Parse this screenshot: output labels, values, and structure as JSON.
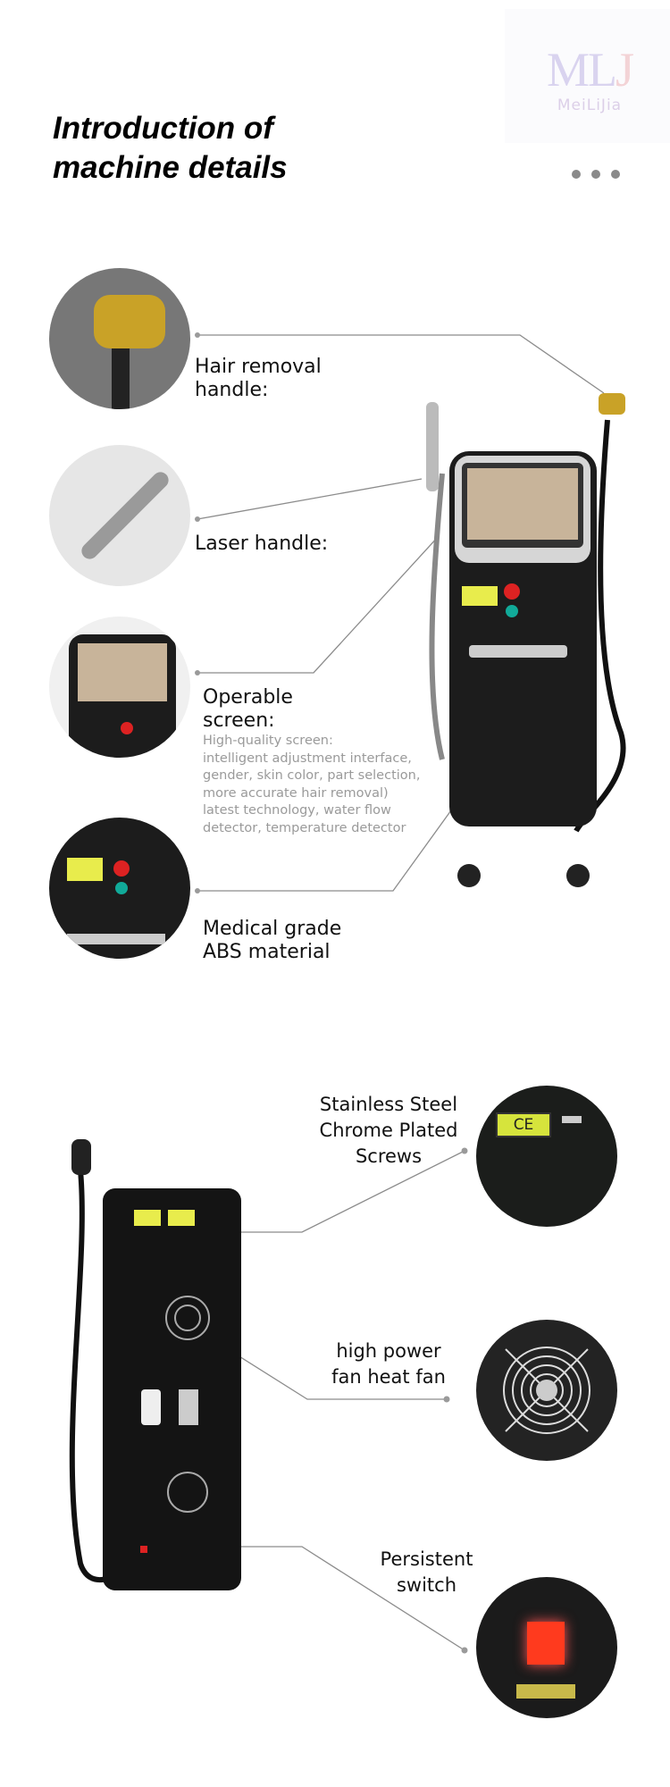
{
  "header": {
    "title_line1": "Introduction of",
    "title_line2": "machine details"
  },
  "logo": {
    "mark_m": "ML",
    "mark_j": "J",
    "name": "MeiLiJia"
  },
  "callouts": [
    {
      "label_line1": "Hair removal",
      "label_line2": "handle:"
    },
    {
      "label_line1": "Laser handle:"
    },
    {
      "label_line1": "Operable",
      "label_line2": "screen:",
      "description": "High-quality screen:\nintelligent adjustment interface,\ngender, skin color, part selection,\nmore accurate hair removal)\nlatest technology, water flow\ndetector, temperature detector"
    },
    {
      "label_line1": "Medical grade",
      "label_line2": "ABS material"
    }
  ],
  "back_callouts": [
    {
      "label_line1": "Stainless Steel",
      "label_line2": "Chrome Plated",
      "label_line3": "Screws",
      "badge": "CE"
    },
    {
      "label_line1": "high power",
      "label_line2": "fan heat fan"
    },
    {
      "label_line1": "Persistent",
      "label_line2": "switch"
    }
  ]
}
